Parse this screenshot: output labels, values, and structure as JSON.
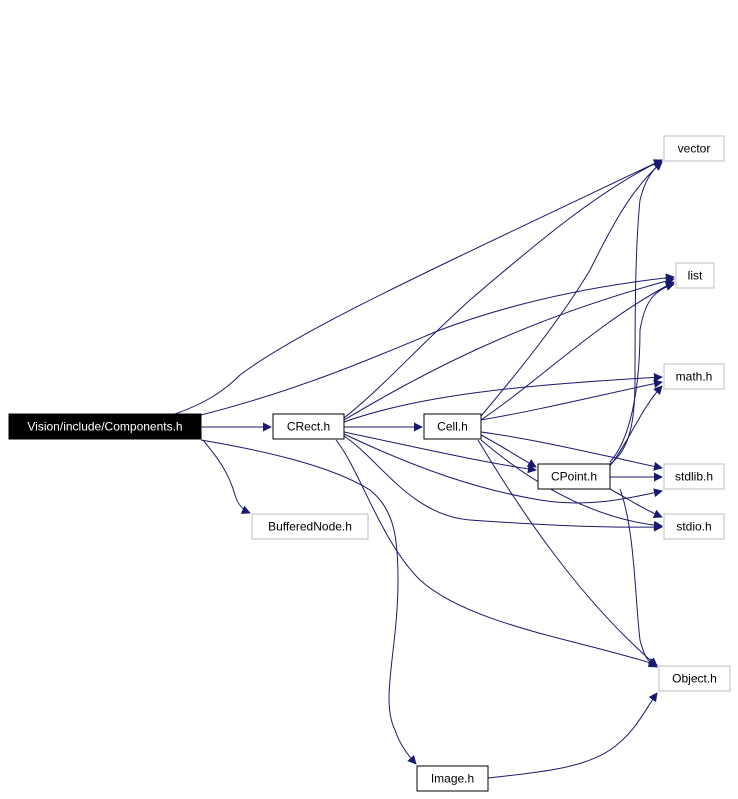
{
  "diagram": {
    "colors": {
      "edge": "#191970",
      "root_fill": "#000000",
      "root_text": "#ffffff",
      "node_border_solid": "#000000",
      "node_border_faded": "#bfbfbf",
      "node_text": "#000000",
      "background": "#ffffff"
    },
    "nodes": [
      {
        "id": "components",
        "label": "Vision/include/Components.h",
        "style": "root"
      },
      {
        "id": "crect",
        "label": "CRect.h",
        "style": "solid"
      },
      {
        "id": "cell",
        "label": "Cell.h",
        "style": "solid"
      },
      {
        "id": "cpoint",
        "label": "CPoint.h",
        "style": "solid"
      },
      {
        "id": "image",
        "label": "Image.h",
        "style": "solid"
      },
      {
        "id": "bufferednode",
        "label": "BufferedNode.h",
        "style": "faded"
      },
      {
        "id": "vector",
        "label": "vector",
        "style": "faded"
      },
      {
        "id": "list",
        "label": "list",
        "style": "faded"
      },
      {
        "id": "math",
        "label": "math.h",
        "style": "faded"
      },
      {
        "id": "stdlib",
        "label": "stdlib.h",
        "style": "faded"
      },
      {
        "id": "stdio",
        "label": "stdio.h",
        "style": "faded"
      },
      {
        "id": "object",
        "label": "Object.h",
        "style": "faded"
      }
    ],
    "edges": [
      {
        "from": "components",
        "to": "crect"
      },
      {
        "from": "components",
        "to": "vector"
      },
      {
        "from": "components",
        "to": "list"
      },
      {
        "from": "components",
        "to": "bufferednode"
      },
      {
        "from": "components",
        "to": "image"
      },
      {
        "from": "crect",
        "to": "cell"
      },
      {
        "from": "crect",
        "to": "vector"
      },
      {
        "from": "crect",
        "to": "list"
      },
      {
        "from": "crect",
        "to": "math"
      },
      {
        "from": "crect",
        "to": "cpoint"
      },
      {
        "from": "crect",
        "to": "stdlib"
      },
      {
        "from": "crect",
        "to": "stdio"
      },
      {
        "from": "crect",
        "to": "object"
      },
      {
        "from": "cell",
        "to": "vector"
      },
      {
        "from": "cell",
        "to": "list"
      },
      {
        "from": "cell",
        "to": "math"
      },
      {
        "from": "cell",
        "to": "cpoint"
      },
      {
        "from": "cell",
        "to": "stdlib"
      },
      {
        "from": "cell",
        "to": "stdio"
      },
      {
        "from": "cell",
        "to": "object"
      },
      {
        "from": "cpoint",
        "to": "vector"
      },
      {
        "from": "cpoint",
        "to": "list"
      },
      {
        "from": "cpoint",
        "to": "math"
      },
      {
        "from": "cpoint",
        "to": "stdlib"
      },
      {
        "from": "cpoint",
        "to": "stdio"
      },
      {
        "from": "cpoint",
        "to": "object"
      },
      {
        "from": "image",
        "to": "object"
      }
    ]
  }
}
